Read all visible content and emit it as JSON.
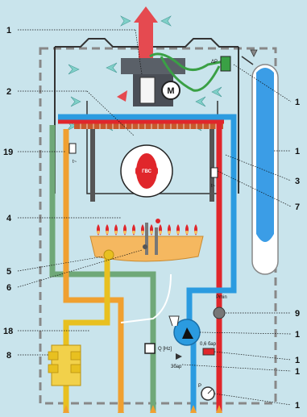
{
  "callouts": {
    "c1": "1",
    "c2": "2",
    "c3": "3",
    "c4": "4",
    "c5": "5",
    "c6": "6",
    "c7": "7",
    "c8": "8",
    "c9": "9",
    "c18": "18",
    "c19": "19",
    "r1": "1",
    "r2": "1",
    "r3": "1",
    "r4": "1",
    "r5": "1",
    "r6": "1"
  },
  "labels": {
    "gvs": "ГВС",
    "motor": "M",
    "delta_p": "ΔP",
    "t_left": "t~",
    "t_right": "t~",
    "pmin": "Pmin",
    "q_hz": "Q [Hz]",
    "bar_35": "3бар",
    "bar_range": "0,6 бар",
    "p_gauge": "P"
  },
  "colors": {
    "hot_supply": "#e0262b",
    "cold_return": "#2b9be0",
    "gas": "#e8c020",
    "orange_pipe": "#f0a030",
    "green_pipe": "#6fa878",
    "expansion_tank": "#3b9de6",
    "background": "#c9e4ec",
    "burner_tray": "#f5b860"
  }
}
